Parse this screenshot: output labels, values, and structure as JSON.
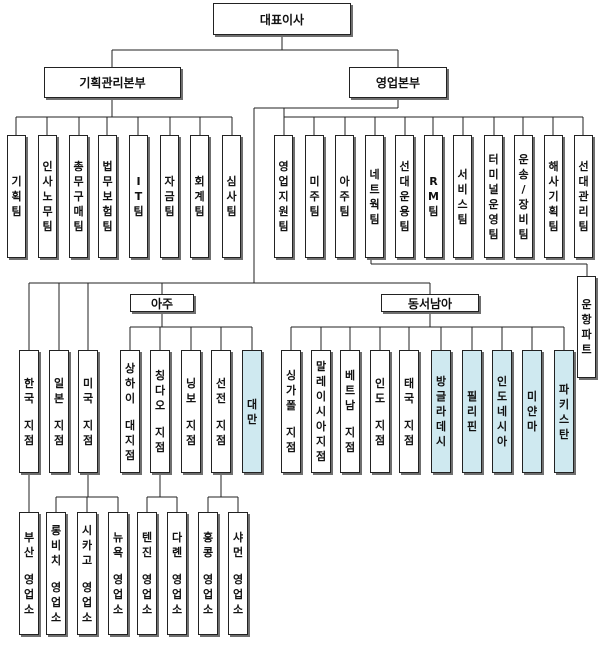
{
  "root": "대표이사",
  "divisions": {
    "planning": "기획관리본부",
    "sales": "영업본부"
  },
  "planning_teams": [
    "기획팀",
    "인사노무팀",
    "총무구매팀",
    "법무보험팀",
    "IT팀",
    "자금팀",
    "회계팀",
    "심사팀"
  ],
  "sales_teams": [
    "영업지원팀",
    "미주팀",
    "아주팀",
    "네트웍팀",
    "선대운용팀",
    "RM팀",
    "서비스팀",
    "터미널운영팀",
    "운송/장비팀",
    "해사기획팀",
    "선대관리팀"
  ],
  "operations_part": "운항파트",
  "regions": {
    "asia": "아주",
    "southeast_asia": "동서남아"
  },
  "branches_direct": [
    "한국 지점",
    "일본 지점",
    "미국 지점"
  ],
  "branches_asia": [
    "상하이 대지점",
    "칭다오 지점",
    "닝보 지점",
    "선전 지점",
    "대만"
  ],
  "branches_sea": [
    "싱가폴 지점",
    "말레이시아지점",
    "베트남 지점",
    "인도 지점",
    "태국 지점",
    "방글라데시",
    "필리핀",
    "인도네시아",
    "미얀마",
    "파키스탄"
  ],
  "sales_offices": [
    "부산 영업소",
    "롱비치 영업소",
    "시카고 영업소",
    "뉴욕 영업소",
    "텐진 영업소",
    "다롄 영업소",
    "홍콩 영업소",
    "샤먼 영업소"
  ],
  "colors": {
    "border": "#222222",
    "shadow": "#6f6f6f",
    "highlight": "#cfe9f0"
  }
}
